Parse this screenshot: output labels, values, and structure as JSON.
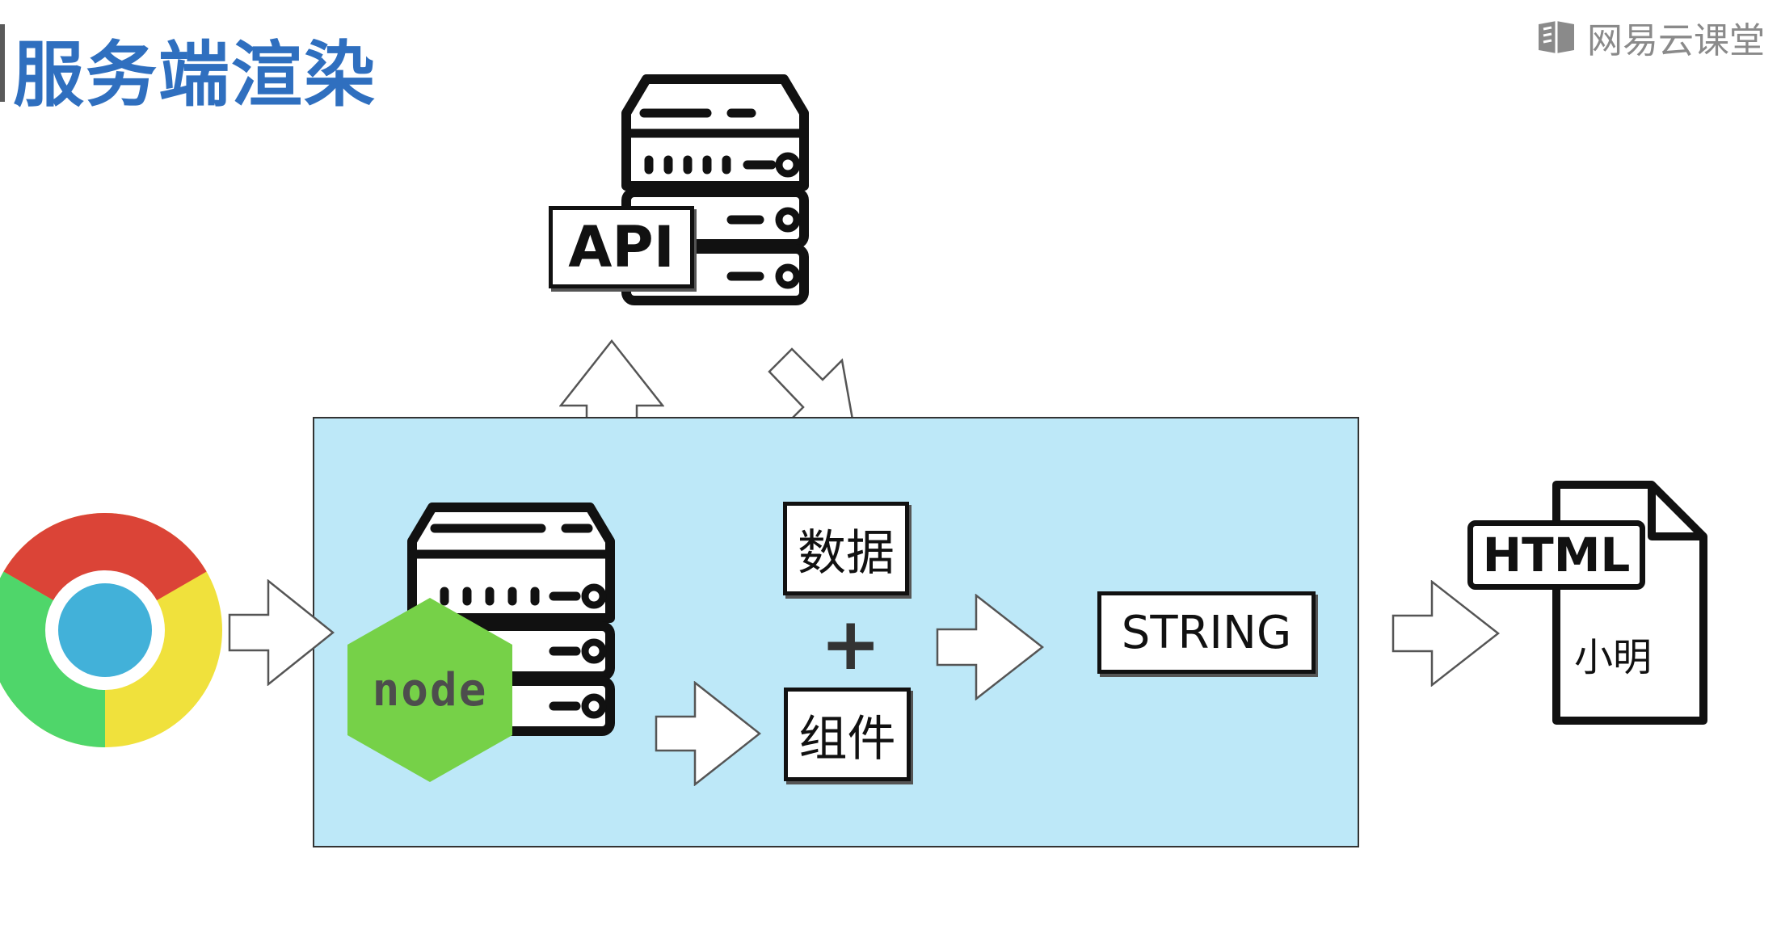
{
  "header": {
    "title": "服务端渲染"
  },
  "brand": {
    "name": "网易云课堂",
    "icon": "book-icon"
  },
  "api_server": {
    "label": "API",
    "icon": "server-stack-icon"
  },
  "node_server": {
    "label": "node",
    "icon": "server-stack-icon",
    "badge_color": "#76d148"
  },
  "boxes": {
    "data": "数据",
    "plus": "+",
    "component": "组件",
    "string": "STRING"
  },
  "html_doc": {
    "label": "HTML",
    "content": "小明",
    "icon": "document-icon"
  },
  "browser": {
    "icon": "chrome-icon"
  },
  "colors": {
    "panel": "#bde8f8",
    "title": "#2f6fbf",
    "chrome_red": "#db4437",
    "chrome_green": "#4fd66a",
    "chrome_yellow": "#f0e13c",
    "chrome_blue": "#42b1d9"
  }
}
